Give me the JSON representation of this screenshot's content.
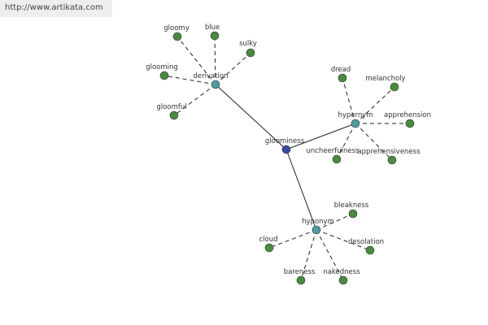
{
  "source_link": "http://www.artikata.com",
  "colors": {
    "root_node": "#3b4aa0",
    "relation_node": "#4e9ba0",
    "word_node": "#4a8a3e",
    "edge": "#222222",
    "text": "#333333"
  },
  "graph": {
    "root": {
      "id": "root",
      "label": "gloominess"
    },
    "relations": [
      {
        "id": "derivation",
        "label": "derivation",
        "words": [
          "gloomy",
          "blue",
          "sulky",
          "glooming",
          "gloomful"
        ]
      },
      {
        "id": "hypernym",
        "label": "hypernym",
        "words": [
          "dread",
          "melancholy",
          "apprehension",
          "uncheerfulness",
          "apprehensiveness"
        ]
      },
      {
        "id": "hyponym",
        "label": "hyponym",
        "words": [
          "bleakness",
          "cloud",
          "desolation",
          "bareness",
          "nakedness"
        ]
      }
    ]
  }
}
